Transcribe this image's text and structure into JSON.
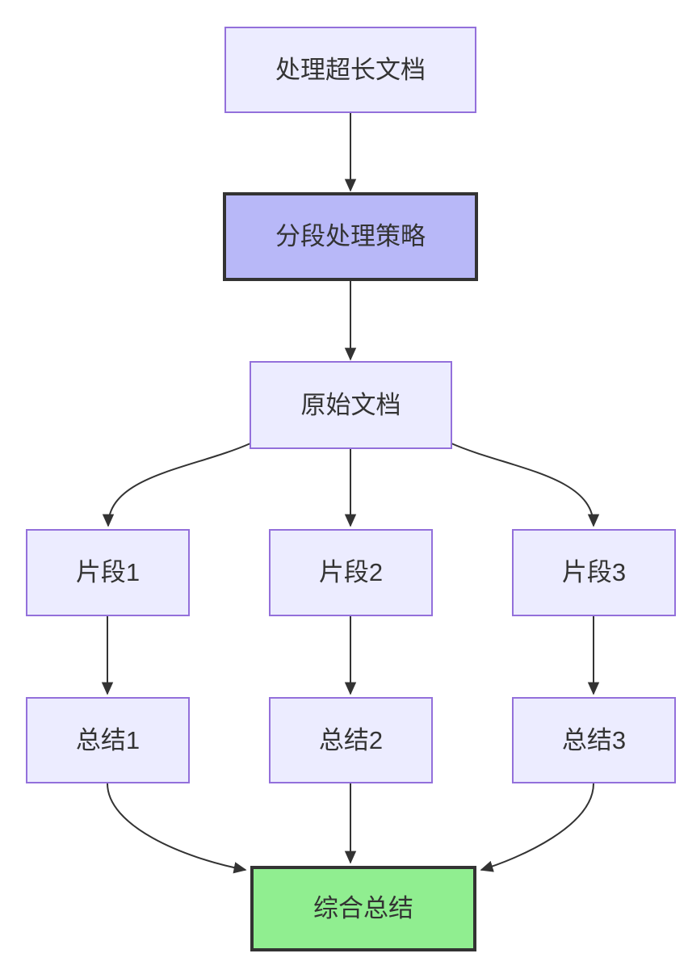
{
  "diagram": {
    "type": "flowchart",
    "direction": "top-down",
    "colors": {
      "background": "#ffffff",
      "node_fill": "#ECECFF",
      "node_border": "#9370DB",
      "highlight_fill": "#B8B8F8",
      "highlight_border": "#333333",
      "result_fill": "#90EE90",
      "result_border": "#333333",
      "edge": "#333333",
      "text": "#333333"
    },
    "nodes": [
      {
        "id": "A",
        "label": "处理超长文档",
        "style": "default"
      },
      {
        "id": "B",
        "label": "分段处理策略",
        "style": "highlight"
      },
      {
        "id": "C",
        "label": "原始文档",
        "style": "default"
      },
      {
        "id": "D",
        "label": "片段1",
        "style": "default"
      },
      {
        "id": "E",
        "label": "片段2",
        "style": "default"
      },
      {
        "id": "F",
        "label": "片段3",
        "style": "default"
      },
      {
        "id": "G",
        "label": "总结1",
        "style": "default"
      },
      {
        "id": "H",
        "label": "总结2",
        "style": "default"
      },
      {
        "id": "I",
        "label": "总结3",
        "style": "default"
      },
      {
        "id": "J",
        "label": "综合总结",
        "style": "result"
      }
    ],
    "edges": [
      {
        "from": "处理超长文档",
        "to": "分段处理策略"
      },
      {
        "from": "分段处理策略",
        "to": "原始文档"
      },
      {
        "from": "原始文档",
        "to": "片段1"
      },
      {
        "from": "原始文档",
        "to": "片段2"
      },
      {
        "from": "原始文档",
        "to": "片段3"
      },
      {
        "from": "片段1",
        "to": "总结1"
      },
      {
        "from": "片段2",
        "to": "总结2"
      },
      {
        "from": "片段3",
        "to": "总结3"
      },
      {
        "from": "总结1",
        "to": "综合总结"
      },
      {
        "from": "总结2",
        "to": "综合总结"
      },
      {
        "from": "总结3",
        "to": "综合总结"
      }
    ]
  }
}
